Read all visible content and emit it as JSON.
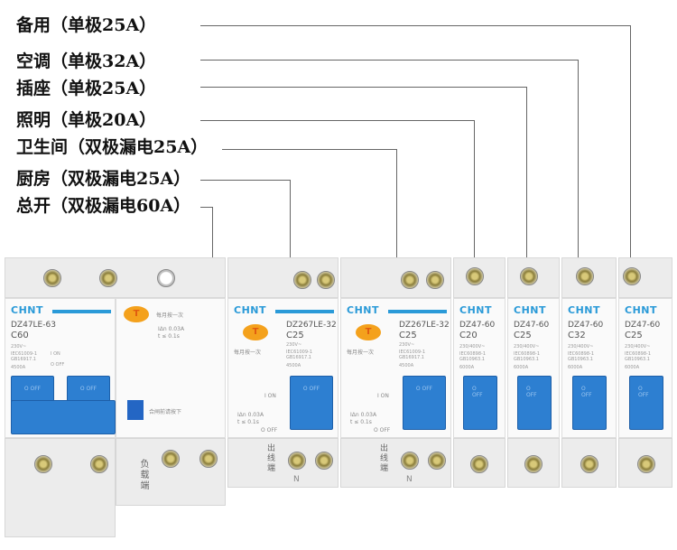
{
  "labels": [
    {
      "text": "备用（单极25A）"
    },
    {
      "text": "空调（单极32A）"
    },
    {
      "text": "插座（单极25A）"
    },
    {
      "text": "照明（单极20A）"
    },
    {
      "text": "卫生间（双极漏电25A）"
    },
    {
      "text": "厨房（双极漏电25A）"
    },
    {
      "text": "总开（双极漏电60A）"
    }
  ],
  "breakers": [
    {
      "brand": "CHNT",
      "model": "DZ47LE-63",
      "rating": "C60",
      "voltage": "230V~",
      "std1": "IEC61009-1",
      "std2": "GB16917.1",
      "cap": "4500A",
      "on": "I ON",
      "off": "O OFF",
      "handle": "O OFF"
    },
    {
      "brand": "CHNT",
      "model": "DZ267LE-32",
      "rating": "C25",
      "voltage": "230V~",
      "std1": "IEC61009-1",
      "std2": "GB16917.1",
      "cap": "4500A",
      "handle": "O OFF"
    },
    {
      "brand": "CHNT",
      "model": "DZ267LE-32",
      "rating": "C25",
      "voltage": "230V~",
      "std1": "IEC61009-1",
      "std2": "GB16917.1",
      "cap": "4500A",
      "handle": "O OFF"
    },
    {
      "brand": "CHNT",
      "model": "DZ47-60",
      "rating": "C20",
      "voltage": "230/400V~",
      "std1": "IEC60898-1",
      "std2": "GB10963.1",
      "cap": "6000A",
      "handle": "O OFF"
    },
    {
      "brand": "CHNT",
      "model": "DZ47-60",
      "rating": "C25",
      "voltage": "230/400V~",
      "std1": "IEC60898-1",
      "std2": "GB10963.1",
      "cap": "6000A",
      "handle": "O OFF"
    },
    {
      "brand": "CHNT",
      "model": "DZ47-60",
      "rating": "C32",
      "voltage": "230/400V~",
      "std1": "IEC60898-1",
      "std2": "GB10963.1",
      "cap": "6000A",
      "handle": "O OFF"
    },
    {
      "brand": "CHNT",
      "model": "DZ47-60",
      "rating": "C25",
      "voltage": "230/400V~",
      "std1": "IEC60898-1",
      "std2": "GB10963.1",
      "cap": "6000A",
      "handle": "O OFF"
    }
  ],
  "leakage": {
    "test": "T",
    "monthly": "每月按一次",
    "idn": "IΔn 0.03A",
    "time": "t ≤ 0.1s",
    "reset": "合闸前请按下",
    "on": "I ON",
    "off": "O OFF"
  },
  "outlet": "出线端",
  "neutral": "N",
  "load": "负载端"
}
